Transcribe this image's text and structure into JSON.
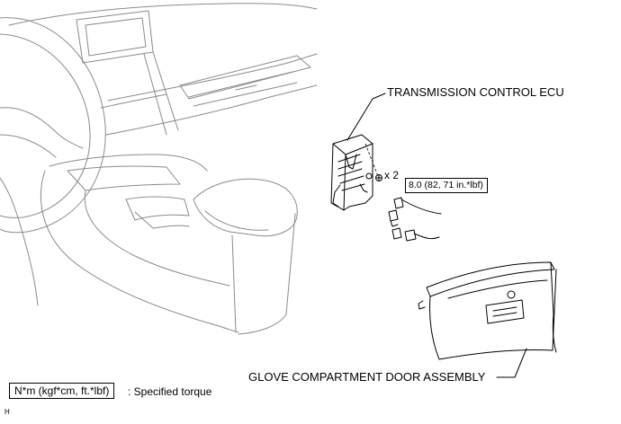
{
  "labels": {
    "ecu": "TRANSMISSION CONTROL ECU",
    "glove_box": "GLOVE COMPARTMENT DOOR ASSEMBLY",
    "bolt_quantity": "x 2",
    "torque_value": "8.0 (82, 71 in.*lbf)"
  },
  "legend": {
    "unit_box": "N*m (kgf*cm, ft.*lbf)",
    "description": ": Specified torque"
  },
  "figure_code": "H",
  "colors": {
    "line": "#000000",
    "interior_line": "#8a8a8a",
    "background": "#ffffff"
  }
}
